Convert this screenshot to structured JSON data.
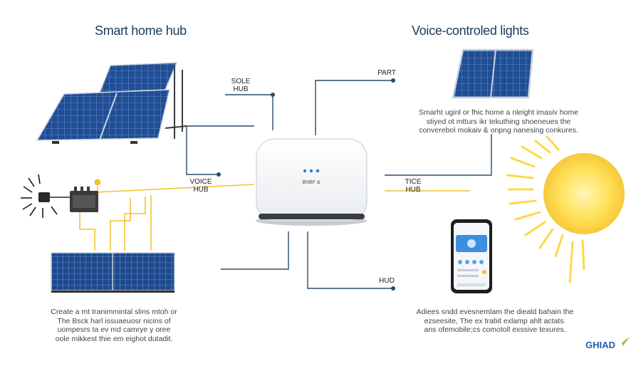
{
  "titles": {
    "left": "Smart home hub",
    "right": "Voice-controled lights"
  },
  "labels": {
    "sole_hub": [
      "SOLE",
      "HUB"
    ],
    "part": "PART",
    "voice_hub": [
      "VOICE",
      "HUB"
    ],
    "tice_hub": [
      "TICE",
      "HUB"
    ],
    "hud": "HUD",
    "hub_device": "BNBF &"
  },
  "paragraphs": {
    "right_top": [
      "Smarht uginl or fhic home a nleight imasiv home",
      "stiyed ot mtturs ikr tekuthing shoeneues the",
      "converebol mokaiv & onpng nanesing conkures."
    ],
    "left_bottom": [
      "Create a mt tranimmintal slins mtoh or",
      "The Bsck harl issuaeuosr nicins of",
      "uompesrs ta ev md camrye y oree",
      "oole mikkest thie em eighot dutadit."
    ],
    "right_bottom": [
      "Adiees sndd evesnemlam the dieald bahain the",
      "ezseesite,    The ex trabit exlamp ahlt actats.",
      "ans ofemobile;cs comotoll exssive texures."
    ]
  },
  "logo": "GHIAD",
  "colors": {
    "wire_blue": "#2d4b6a",
    "wire_yellow": "#f2c230",
    "panel_blue": "#1f4e96",
    "title_blue": "#1b3a5c",
    "sun": "#ffd84a",
    "logo": "#1f5fae"
  },
  "icons": [
    "solar-panel-icon",
    "smart-hub-device-icon",
    "sun-icon",
    "smartphone-icon",
    "light-sensor-icon",
    "junction-box-icon"
  ]
}
